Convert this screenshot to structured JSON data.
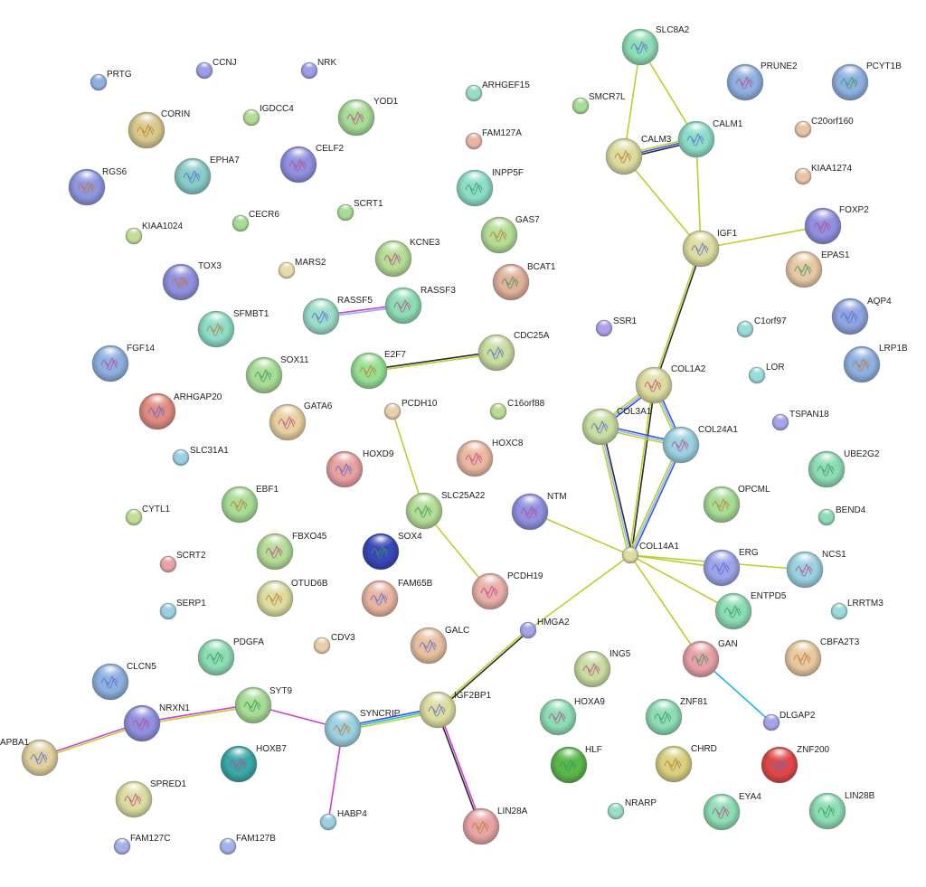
{
  "colors": {
    "pink": "#cf3fcf",
    "yellow_green": "#b7d12c",
    "dark": "#2b2b2b",
    "blue": "#3a52d6",
    "cyan": "#20b8d8",
    "light_blue": "#8fb4ee",
    "teal_green": "#36b08f"
  },
  "nodes": [
    {
      "id": "PRTG",
      "label": "PRTG",
      "color": "#8eb0e0"
    },
    {
      "id": "CCNJ",
      "label": "CCNJ",
      "color": "#9c9ce8"
    },
    {
      "id": "NRK",
      "label": "NRK",
      "color": "#9c9ce8"
    },
    {
      "id": "CORIN",
      "label": "CORIN",
      "color": "#d8c88c"
    },
    {
      "id": "IGDCC4",
      "label": "IGDCC4",
      "color": "#b5dc96"
    },
    {
      "id": "YOD1",
      "label": "YOD1",
      "color": "#a6dc96"
    },
    {
      "id": "ARHGEF15",
      "label": "ARHGEF15",
      "color": "#9adcc8"
    },
    {
      "id": "SMCR7L",
      "label": "SMCR7L",
      "color": "#a6dc96"
    },
    {
      "id": "SLC8A2",
      "label": "SLC8A2",
      "color": "#8cdcb4"
    },
    {
      "id": "PRUNE2",
      "label": "PRUNE2",
      "color": "#8eb0e0"
    },
    {
      "id": "PCYT1B",
      "label": "PCYT1B",
      "color": "#8eb0e0"
    },
    {
      "id": "RGS6",
      "label": "RGS6",
      "color": "#8e96e0"
    },
    {
      "id": "EPHA7",
      "label": "EPHA7",
      "color": "#88ccc8"
    },
    {
      "id": "CELF2",
      "label": "CELF2",
      "color": "#9090e0"
    },
    {
      "id": "FAM127A",
      "label": "FAM127A",
      "color": "#e8b4a4"
    },
    {
      "id": "CALM3",
      "label": "CALM3",
      "color": "#dcdca0"
    },
    {
      "id": "CALM1",
      "label": "CALM1",
      "color": "#8cdcc8"
    },
    {
      "id": "C20orf160",
      "label": "C20orf160",
      "color": "#e8c4a4"
    },
    {
      "id": "KIAA1274",
      "label": "KIAA1274",
      "color": "#e8c4a4"
    },
    {
      "id": "KIAA1024",
      "label": "KIAA1024",
      "color": "#c4dc96"
    },
    {
      "id": "CECR6",
      "label": "CECR6",
      "color": "#a6dc96"
    },
    {
      "id": "SCRT1",
      "label": "SCRT1",
      "color": "#a6dc96"
    },
    {
      "id": "INPP5F",
      "label": "INPP5F",
      "color": "#8cdcc8"
    },
    {
      "id": "GAS7",
      "label": "GAS7",
      "color": "#b4dc96"
    },
    {
      "id": "IGF1",
      "label": "IGF1",
      "color": "#dcdca0"
    },
    {
      "id": "FOXP2",
      "label": "FOXP2",
      "color": "#9090e0"
    },
    {
      "id": "EPAS1",
      "label": "EPAS1",
      "color": "#e8c8a4"
    },
    {
      "id": "TOX3",
      "label": "TOX3",
      "color": "#9090e0"
    },
    {
      "id": "MARS2",
      "label": "MARS2",
      "color": "#e8dcac"
    },
    {
      "id": "KCNE3",
      "label": "KCNE3",
      "color": "#b4dc96"
    },
    {
      "id": "BCAT1",
      "label": "BCAT1",
      "color": "#e0b09a"
    },
    {
      "id": "SFMBT1",
      "label": "SFMBT1",
      "color": "#8cdcc8"
    },
    {
      "id": "RASSF5",
      "label": "RASSF5",
      "color": "#9adcc8"
    },
    {
      "id": "RASSF3",
      "label": "RASSF3",
      "color": "#8cdcb4"
    },
    {
      "id": "SSR1",
      "label": "SSR1",
      "color": "#b09ce8"
    },
    {
      "id": "C1orf97",
      "label": "C1orf97",
      "color": "#9adcd8"
    },
    {
      "id": "AQP4",
      "label": "AQP4",
      "color": "#8ea4e0"
    },
    {
      "id": "FGF14",
      "label": "FGF14",
      "color": "#8eb0e0"
    },
    {
      "id": "SOX11",
      "label": "SOX11",
      "color": "#a6dc96"
    },
    {
      "id": "E2F7",
      "label": "E2F7",
      "color": "#96e096"
    },
    {
      "id": "CDC25A",
      "label": "CDC25A",
      "color": "#c8dca0"
    },
    {
      "id": "COL1A2",
      "label": "COL1A2",
      "color": "#dcdca0"
    },
    {
      "id": "LOR",
      "label": "LOR",
      "color": "#9adcd8"
    },
    {
      "id": "LRP1B",
      "label": "LRP1B",
      "color": "#8eb0e0"
    },
    {
      "id": "ARHGAP20",
      "label": "ARHGAP20",
      "color": "#e08c80"
    },
    {
      "id": "GATA6",
      "label": "GATA6",
      "color": "#e8d0a0"
    },
    {
      "id": "PCDH10",
      "label": "PCDH10",
      "color": "#e8d0a8"
    },
    {
      "id": "C16orf88",
      "label": "C16orf88",
      "color": "#b8dc96"
    },
    {
      "id": "COL3A1",
      "label": "COL3A1",
      "color": "#c8dca0"
    },
    {
      "id": "COL24A1",
      "label": "COL24A1",
      "color": "#9ad0e0"
    },
    {
      "id": "TSPAN18",
      "label": "TSPAN18",
      "color": "#a4a4e8"
    },
    {
      "id": "SLC31A1",
      "label": "SLC31A1",
      "color": "#9ad0e0"
    },
    {
      "id": "HOXD9",
      "label": "HOXD9",
      "color": "#e8a0a0"
    },
    {
      "id": "HOXC8",
      "label": "HOXC8",
      "color": "#e8b8a0"
    },
    {
      "id": "UBE2G2",
      "label": "UBE2G2",
      "color": "#8cdcb4"
    },
    {
      "id": "EBF1",
      "label": "EBF1",
      "color": "#a6dc96"
    },
    {
      "id": "CYTL1",
      "label": "CYTL1",
      "color": "#c4dc96"
    },
    {
      "id": "NTM",
      "label": "NTM",
      "color": "#9090e0"
    },
    {
      "id": "SLC25A22",
      "label": "SLC25A22",
      "color": "#b4dc96"
    },
    {
      "id": "OPCML",
      "label": "OPCML",
      "color": "#a6dc96"
    },
    {
      "id": "BEND4",
      "label": "BEND4",
      "color": "#8cdcb4"
    },
    {
      "id": "FBXO45",
      "label": "FBXO45",
      "color": "#b4dc96"
    },
    {
      "id": "SOX4",
      "label": "SOX4",
      "color": "#3848b8"
    },
    {
      "id": "COL14A1",
      "label": "COL14A1",
      "color": "#dcdca0"
    },
    {
      "id": "ERG",
      "label": "ERG",
      "color": "#9ca4e8"
    },
    {
      "id": "NCS1",
      "label": "NCS1",
      "color": "#9ad0e0"
    },
    {
      "id": "SCRT2",
      "label": "SCRT2",
      "color": "#e8a4a4"
    },
    {
      "id": "OTUD6B",
      "label": "OTUD6B",
      "color": "#dcdca0"
    },
    {
      "id": "FAM65B",
      "label": "FAM65B",
      "color": "#e8b4a0"
    },
    {
      "id": "PCDH19",
      "label": "PCDH19",
      "color": "#e8b0a8"
    },
    {
      "id": "ENTPD5",
      "label": "ENTPD5",
      "color": "#8cdcb4"
    },
    {
      "id": "LRRTM3",
      "label": "LRRTM3",
      "color": "#9adcd8"
    },
    {
      "id": "SERP1",
      "label": "SERP1",
      "color": "#9ad0e0"
    },
    {
      "id": "HMGA2",
      "label": "HMGA2",
      "color": "#a4a4e8"
    },
    {
      "id": "PDGFA",
      "label": "PDGFA",
      "color": "#8cdcb4"
    },
    {
      "id": "CDV3",
      "label": "CDV3",
      "color": "#e8d0a8"
    },
    {
      "id": "GALC",
      "label": "GALC",
      "color": "#e8c0a0"
    },
    {
      "id": "ING5",
      "label": "ING5",
      "color": "#c8dca0"
    },
    {
      "id": "GAN",
      "label": "GAN",
      "color": "#e8a0a8"
    },
    {
      "id": "CBFA2T3",
      "label": "CBFA2T3",
      "color": "#e8c8a0"
    },
    {
      "id": "CLCN5",
      "label": "CLCN5",
      "color": "#8eb0e0"
    },
    {
      "id": "NRXN1",
      "label": "NRXN1",
      "color": "#9090e0"
    },
    {
      "id": "SYT9",
      "label": "SYT9",
      "color": "#a6dc96"
    },
    {
      "id": "SYNCRIP",
      "label": "SYNCRIP",
      "color": "#9ad0e0"
    },
    {
      "id": "IGF2BP1",
      "label": "IGF2BP1",
      "color": "#dcdca0"
    },
    {
      "id": "HOXA9",
      "label": "HOXA9",
      "color": "#8cdcb4"
    },
    {
      "id": "ZNF81",
      "label": "ZNF81",
      "color": "#8cdcb4"
    },
    {
      "id": "DLGAP2",
      "label": "DLGAP2",
      "color": "#a4a4e8"
    },
    {
      "id": "APBA1",
      "label": "APBA1",
      "color": "#e0d0a0"
    },
    {
      "id": "HOXB7",
      "label": "HOXB7",
      "color": "#3aa8a8"
    },
    {
      "id": "HLF",
      "label": "HLF",
      "color": "#5ab84a"
    },
    {
      "id": "CHRD",
      "label": "CHRD",
      "color": "#d8d080"
    },
    {
      "id": "ZNF200",
      "label": "ZNF200",
      "color": "#e04848"
    },
    {
      "id": "SPRED1",
      "label": "SPRED1",
      "color": "#dcdca0"
    },
    {
      "id": "HABP4",
      "label": "HABP4",
      "color": "#9ad0e0"
    },
    {
      "id": "LIN28A",
      "label": "LIN28A",
      "color": "#e8a4a4"
    },
    {
      "id": "NRARP",
      "label": "NRARP",
      "color": "#9adcc8"
    },
    {
      "id": "EYA4",
      "label": "EYA4",
      "color": "#8cdcb4"
    },
    {
      "id": "LIN28B",
      "label": "LIN28B",
      "color": "#8cdcb4"
    },
    {
      "id": "FAM127C",
      "label": "FAM127C",
      "color": "#a4b0e8"
    },
    {
      "id": "FAM127B",
      "label": "FAM127B",
      "color": "#a4b0e8"
    }
  ],
  "edges": [
    {
      "source": "SLC8A2",
      "target": "CALM3",
      "colors": [
        "yellow_green"
      ]
    },
    {
      "source": "SLC8A2",
      "target": "CALM1",
      "colors": [
        "yellow_green"
      ]
    },
    {
      "source": "CALM3",
      "target": "CALM1",
      "colors": [
        "yellow_green",
        "blue",
        "dark"
      ]
    },
    {
      "source": "CALM3",
      "target": "IGF1",
      "colors": [
        "yellow_green"
      ]
    },
    {
      "source": "CALM1",
      "target": "IGF1",
      "colors": [
        "yellow_green"
      ]
    },
    {
      "source": "IGF1",
      "target": "FOXP2",
      "colors": [
        "yellow_green"
      ]
    },
    {
      "source": "IGF1",
      "target": "COL1A2",
      "colors": [
        "dark",
        "yellow_green"
      ]
    },
    {
      "source": "RASSF5",
      "target": "RASSF3",
      "colors": [
        "pink",
        "light_blue"
      ]
    },
    {
      "source": "E2F7",
      "target": "CDC25A",
      "colors": [
        "dark",
        "yellow_green"
      ]
    },
    {
      "source": "COL1A2",
      "target": "COL3A1",
      "colors": [
        "blue",
        "light_blue",
        "yellow_green"
      ]
    },
    {
      "source": "COL1A2",
      "target": "COL24A1",
      "colors": [
        "blue",
        "light_blue",
        "yellow_green"
      ]
    },
    {
      "source": "COL1A2",
      "target": "COL14A1",
      "colors": [
        "dark",
        "yellow_green"
      ]
    },
    {
      "source": "COL3A1",
      "target": "COL24A1",
      "colors": [
        "blue",
        "light_blue",
        "yellow_green"
      ]
    },
    {
      "source": "COL3A1",
      "target": "COL14A1",
      "colors": [
        "dark",
        "light_blue",
        "yellow_green"
      ]
    },
    {
      "source": "COL24A1",
      "target": "COL14A1",
      "colors": [
        "blue",
        "light_blue",
        "yellow_green"
      ]
    },
    {
      "source": "PCDH10",
      "target": "SLC25A22",
      "colors": [
        "yellow_green"
      ]
    },
    {
      "source": "SLC25A22",
      "target": "PCDH19",
      "colors": [
        "yellow_green"
      ]
    },
    {
      "source": "NTM",
      "target": "COL14A1",
      "colors": [
        "yellow_green"
      ]
    },
    {
      "source": "COL14A1",
      "target": "ERG",
      "colors": [
        "yellow_green"
      ]
    },
    {
      "source": "COL14A1",
      "target": "NCS1",
      "colors": [
        "yellow_green"
      ]
    },
    {
      "source": "COL14A1",
      "target": "ENTPD5",
      "colors": [
        "yellow_green"
      ]
    },
    {
      "source": "COL14A1",
      "target": "GAN",
      "colors": [
        "yellow_green"
      ]
    },
    {
      "source": "COL14A1",
      "target": "HMGA2",
      "colors": [
        "yellow_green"
      ]
    },
    {
      "source": "HMGA2",
      "target": "IGF2BP1",
      "colors": [
        "dark",
        "yellow_green"
      ]
    },
    {
      "source": "GAN",
      "target": "DLGAP2",
      "colors": [
        "cyan"
      ]
    },
    {
      "source": "APBA1",
      "target": "NRXN1",
      "colors": [
        "pink",
        "yellow_green"
      ]
    },
    {
      "source": "NRXN1",
      "target": "SYT9",
      "colors": [
        "pink",
        "yellow_green"
      ]
    },
    {
      "source": "SYT9",
      "target": "SYNCRIP",
      "colors": [
        "pink"
      ]
    },
    {
      "source": "SYNCRIP",
      "target": "IGF2BP1",
      "colors": [
        "blue",
        "cyan",
        "yellow_green"
      ]
    },
    {
      "source": "SYNCRIP",
      "target": "HABP4",
      "colors": [
        "pink"
      ]
    },
    {
      "source": "IGF2BP1",
      "target": "LIN28A",
      "colors": [
        "pink",
        "dark"
      ]
    }
  ]
}
